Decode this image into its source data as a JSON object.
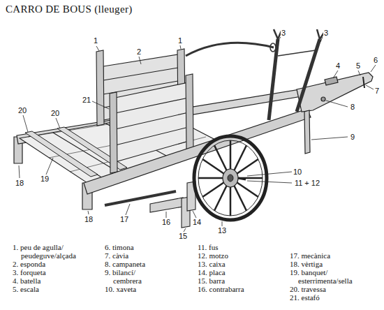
{
  "diagram": {
    "title": "CARRO DE BOUS (lleuger)",
    "labels": [
      "1",
      "2",
      "1",
      "3",
      "3",
      "4",
      "5",
      "6",
      "7",
      "8",
      "9",
      "20",
      "21",
      "20",
      "10",
      "11 + 12",
      "18",
      "19",
      "18",
      "17",
      "16",
      "15",
      "14",
      "13",
      "1. peu de agulla/ peudeguve/alçada",
      "2. esponda",
      "3. forqueta",
      "4. batella",
      "5. escala",
      "6. timona",
      "7. càvia",
      "8. campaneta",
      "9. bilancí/ cembrera",
      "10. xaveta",
      "11. fus",
      "12. motzo",
      "13. caixa",
      "14. placa",
      "15. barra",
      "16. contrabarra",
      "17. mecànica",
      "18. vèrtiga",
      "19. banquet/ esterrimenta/sella",
      "20. travessa",
      "21. estafó"
    ]
  }
}
